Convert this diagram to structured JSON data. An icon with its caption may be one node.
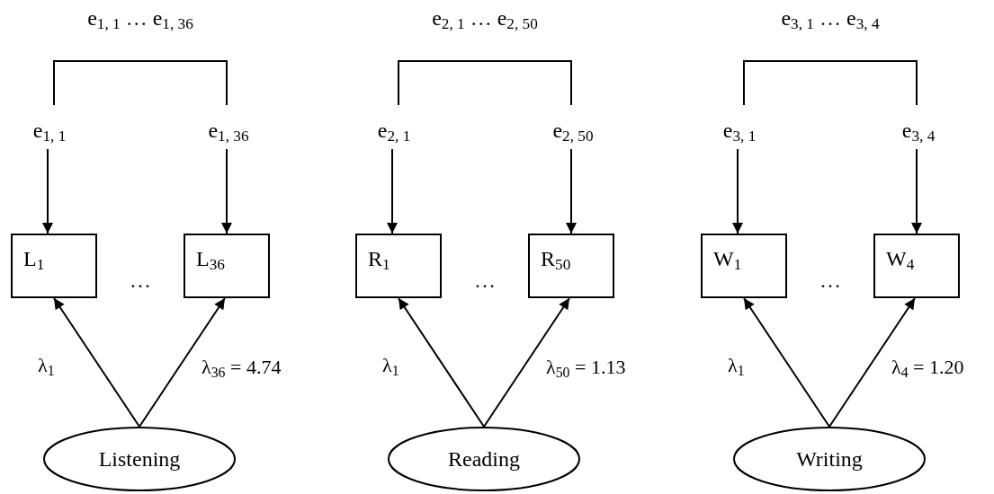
{
  "diagram": {
    "nodes": [
      {
        "text": [
          "e$_{1, 1}$"
        ]
      },
      {
        "text": [
          "e$_{1, 36}$"
        ]
      },
      {
        "text": [
          "e$_{2, 1}$"
        ]
      },
      {
        "text": [
          "e$_{2, 50}$"
        ]
      },
      {
        "text": [
          "e$_{3, 1}$"
        ]
      },
      {
        "text": [
          "e$_{3, 4}$"
        ]
      },
      {
        "text": [
          "L$_{1}$"
        ]
      },
      {
        "text": [
          "L$_{36}$"
        ]
      },
      {
        "text": [
          "R$_{1}$"
        ]
      },
      {
        "text": [
          "R$_{50}$"
        ]
      },
      {
        "text": [
          "W$_{1}$"
        ]
      },
      {
        "text": [
          "W$_{4}$"
        ]
      },
      {
        "text": [
          "Listening"
        ]
      },
      {
        "text": [
          "Reading"
        ]
      },
      {
        "text": [
          "Writing"
        ]
      }
    ],
    "edges": [
      {
        "from": 0,
        "to": 6,
        "arrow": "to"
      },
      {
        "from": 1,
        "to": 7,
        "arrow": "to"
      },
      {
        "from": 12,
        "to": 6,
        "arrow": "to",
        "label": "λ$_{1}$"
      },
      {
        "from": 12,
        "to": 7,
        "arrow": "to",
        "label": "λ$_{36}$ = 4.74"
      },
      {
        "from": 2,
        "to": 8,
        "arrow": "to"
      },
      {
        "from": 3,
        "to": 9,
        "arrow": "to"
      },
      {
        "from": 13,
        "to": 8,
        "arrow": "to",
        "label": "λ$_{1}$"
      },
      {
        "from": 13,
        "to": 9,
        "arrow": "to",
        "label": "λ$_{50}$ = 1.13"
      },
      {
        "from": 4,
        "to": 10,
        "arrow": "to"
      },
      {
        "from": 5,
        "to": 11,
        "arrow": "to"
      },
      {
        "from": 14,
        "to": 10,
        "arrow": "to",
        "label": "λ$_{1}$"
      },
      {
        "from": 14,
        "to": 11,
        "arrow": "to",
        "label": "λ$_{4}$ = 1.20"
      }
    ],
    "labels": [
      "e$_{1, 1}$ … e$_{1, 36}$",
      "e$_{2, 1}$ … e$_{2, 50}$",
      "e$_{3, 1}$ … e$_{3, 4}$",
      "…",
      "…",
      "…"
    ]
  }
}
